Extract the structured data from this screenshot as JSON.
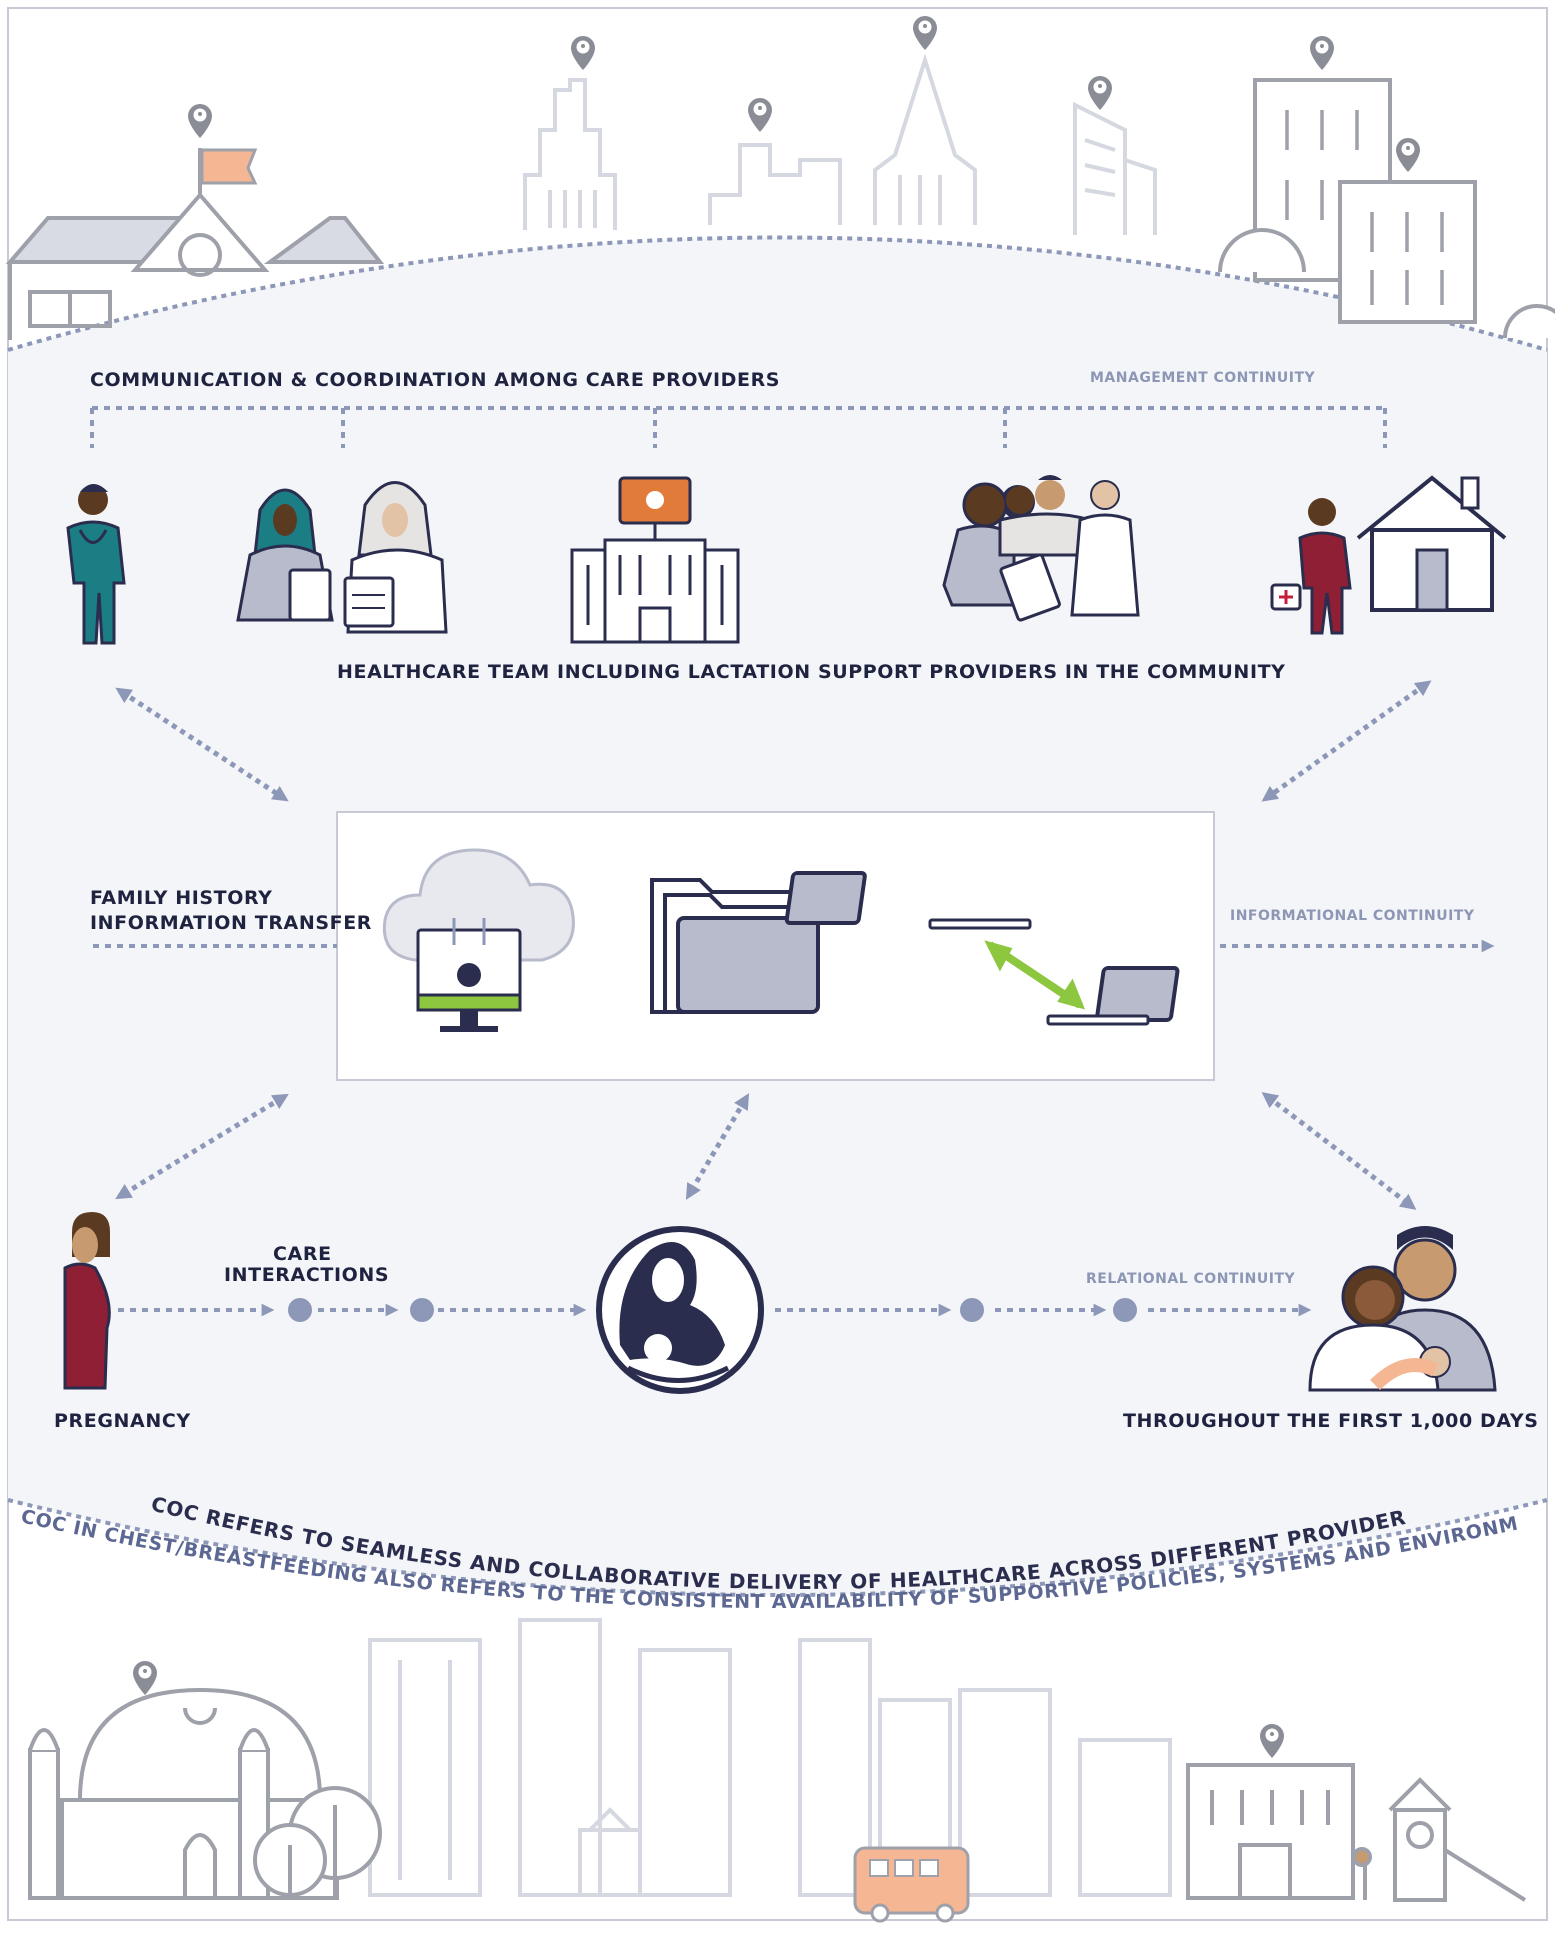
{
  "labels": {
    "communication": "COMMUNICATION & COORDINATION AMONG CARE PROVIDERS",
    "management": "MANAGEMENT CONTINUITY",
    "healthcare_team": "HEALTHCARE TEAM INCLUDING LACTATION SUPPORT PROVIDERS IN THE COMMUNITY",
    "family_history_line1": "FAMILY HISTORY",
    "family_history_line2": "INFORMATION TRANSFER",
    "informational": "INFORMATIONAL CONTINUITY",
    "care_interactions_line1": "CARE",
    "care_interactions_line2": "INTERACTIONS",
    "relational": "RELATIONAL CONTINUITY",
    "pregnancy": "PREGNANCY",
    "first_days": "THROUGHOUT THE FIRST 1,000 DAYS",
    "coc_line1": "COC REFERS TO SEAMLESS AND COLLABORATIVE DELIVERY OF HEALTHCARE ACROSS DIFFERENT PROVIDERS AND SETTINGS",
    "coc_line2": "COC IN CHEST/BREASTFEEDING ALSO REFERS TO THE CONSISTENT AVAILABILITY OF SUPPORTIVE POLICIES, SYSTEMS AND ENVIRONMENTS IN THE COMMUNITY"
  },
  "colors": {
    "navy": "#2b2d4e",
    "dotted": "#8d97b8",
    "gray_line": "#9ea0aa",
    "light_line": "#d5d8e0",
    "fill_gray": "#b7bbcb",
    "panel": "#f3f5f8",
    "teal": "#1c7e85",
    "maroon": "#8e1f35",
    "orange": "#e07b39",
    "peach": "#f5b793",
    "green": "#8dc63f",
    "lavender": "#c9cce3",
    "skin_dark": "#5b3a22",
    "skin_med": "#c89a6f",
    "skin_light": "#e3c3a6"
  },
  "icons": [
    "school-icon",
    "city-skyline-icon",
    "location-pin-icon",
    "nurse-icon",
    "hijab-women-icon",
    "hospital-icon",
    "community-group-icon",
    "home-visit-nurse-icon",
    "house-icon",
    "cloud-computer-icon",
    "folder-icon",
    "laptop-sync-icon",
    "pregnant-woman-icon",
    "breastfeeding-logo-icon",
    "family-icon",
    "mosque-icon",
    "tree-icon",
    "bus-icon",
    "playground-icon"
  ]
}
